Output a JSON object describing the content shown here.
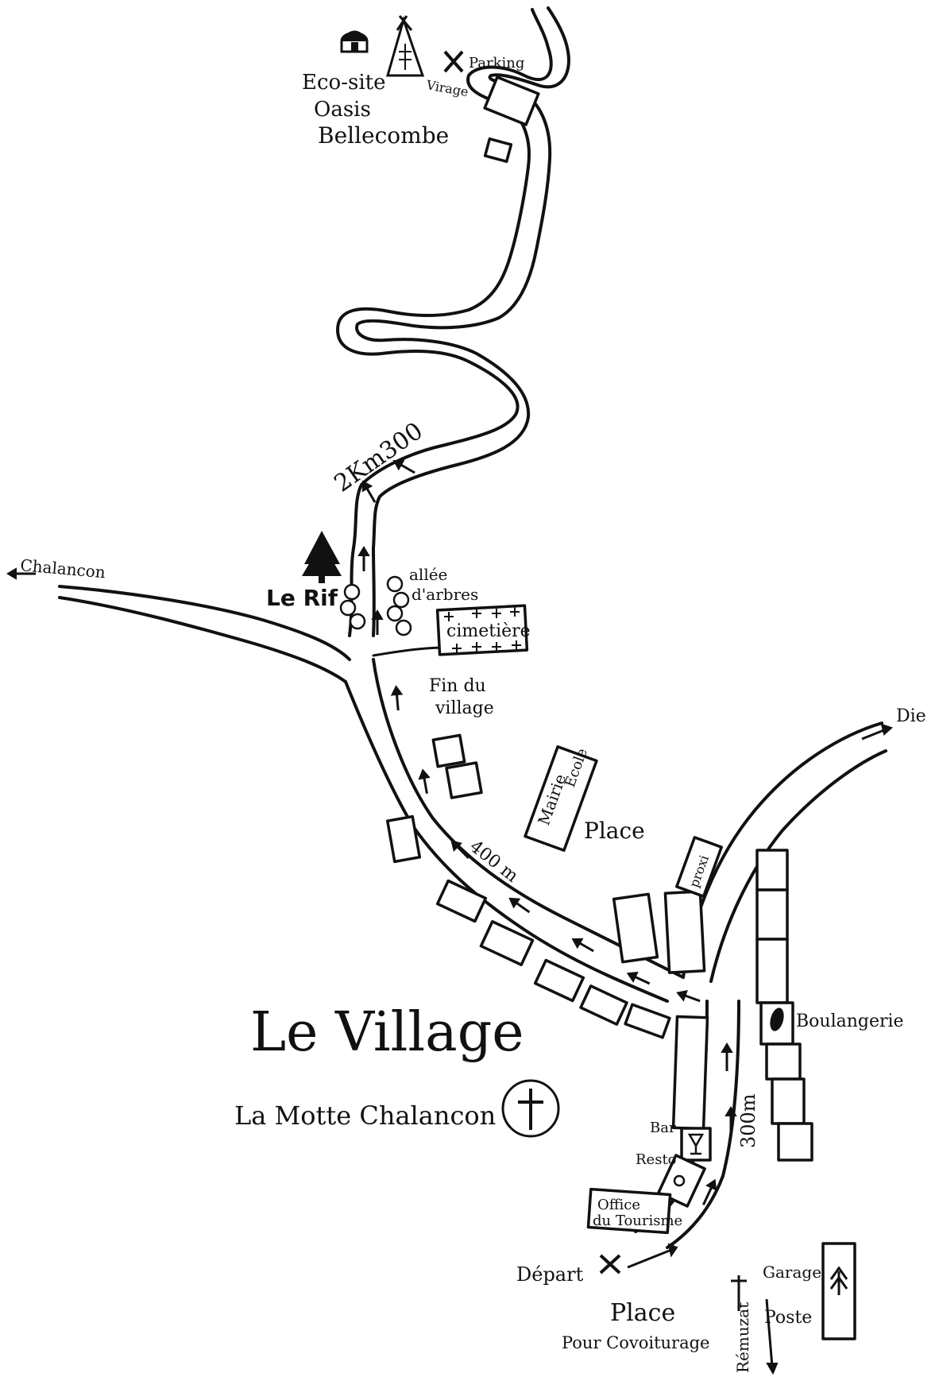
{
  "title": {
    "village": "Le Village",
    "commune": "La Motte Chalancon"
  },
  "places": {
    "eco_site": [
      "Eco-site",
      "Oasis",
      "Bellecombe"
    ],
    "parking": "Parking",
    "virage": "Virage",
    "distance_top": "2Km300",
    "chalancon": "Chalancon",
    "le_rif": "Le Rif",
    "allee": [
      "allée",
      "d'arbres"
    ],
    "cimetiere": "cimetière",
    "fin_village": [
      "Fin du",
      "village"
    ],
    "mairie": "Mairie",
    "ecole": "Ecole",
    "place_top": "Place",
    "die": "Die",
    "proxi": "proxi",
    "distance_400": "400 m",
    "boulangerie": "Boulangerie",
    "bar": "Bar",
    "resto": "Resto",
    "office": [
      "Office",
      "du Tourisme"
    ],
    "distance_300": "300m",
    "depart": "Départ",
    "place_bottom": "Place",
    "covoiturage": "Pour Covoiturage",
    "garage": "Garage",
    "poste": "Poste",
    "remuzat": "Rémuzat"
  },
  "icons": [
    "yurt-icon",
    "tipi-icon",
    "cross-mark-icon",
    "tree-icon",
    "church-cross-icon",
    "bread-icon",
    "wine-glass-icon",
    "bowl-icon",
    "fir-tree-icon"
  ]
}
